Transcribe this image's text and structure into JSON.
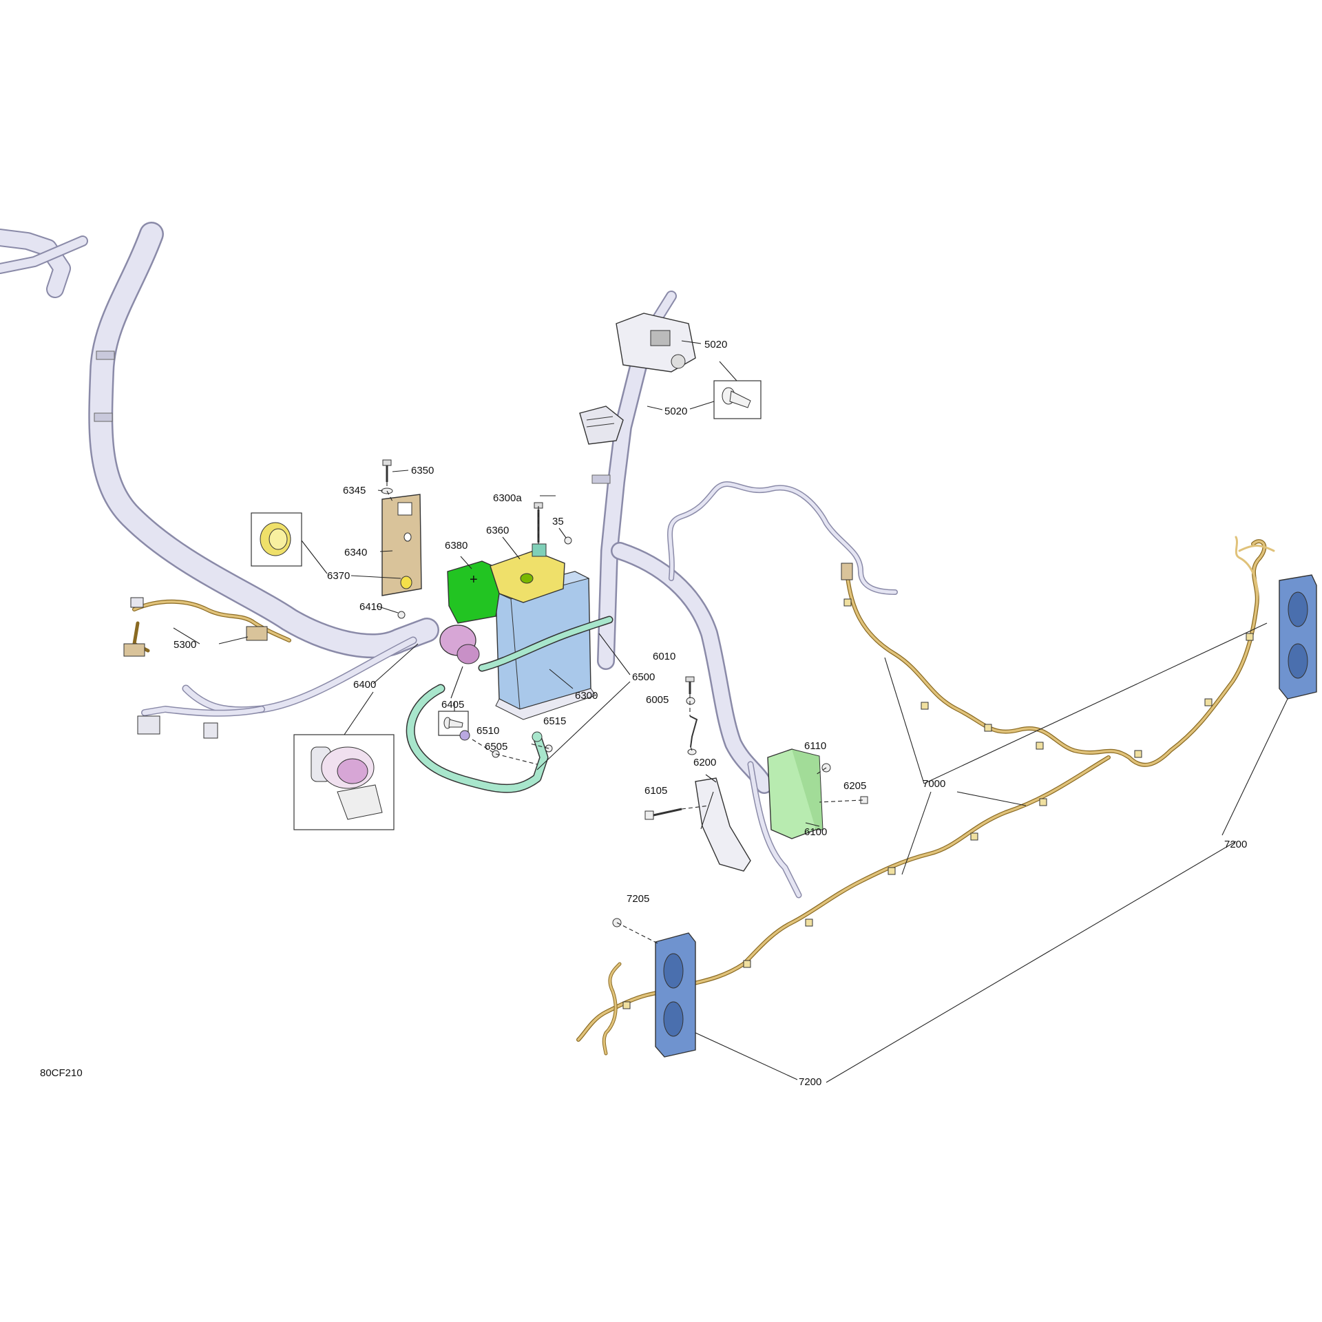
{
  "drawing_id": "80CF210",
  "callouts": {
    "c5020a": "5020",
    "c5020b": "5020",
    "c6350": "6350",
    "c6345": "6345",
    "c6300a": "6300a",
    "c35": "35",
    "c6360": "6360",
    "c6380": "6380",
    "c6340": "6340",
    "c6370": "6370",
    "c6410": "6410",
    "c5300": "5300",
    "c6400": "6400",
    "c6405": "6405",
    "c6510": "6510",
    "c6515": "6515",
    "c6505": "6505",
    "c6300": "6300",
    "c6500": "6500",
    "c6010": "6010",
    "c6005": "6005",
    "c6110": "6110",
    "c6200": "6200",
    "c6205": "6205",
    "c6105": "6105",
    "c6100": "6100",
    "c7000": "7000",
    "c7200a": "7200",
    "c7200b": "7200",
    "c7205": "7205"
  },
  "colors": {
    "main_harness": "#e4e4f2",
    "harness_outline": "#8a8aa8",
    "battery": "#a9c8ea",
    "battery_cover_green": "#22c422",
    "battery_cover_yellow": "#efe06a",
    "bracket": "#d9c39a",
    "solenoid": "#d7a6d6",
    "ground_cable": "#a8e6cc",
    "light_harness": "#d8b45a",
    "tail_light": "#6f93cf",
    "module": "#b8ebb0"
  }
}
